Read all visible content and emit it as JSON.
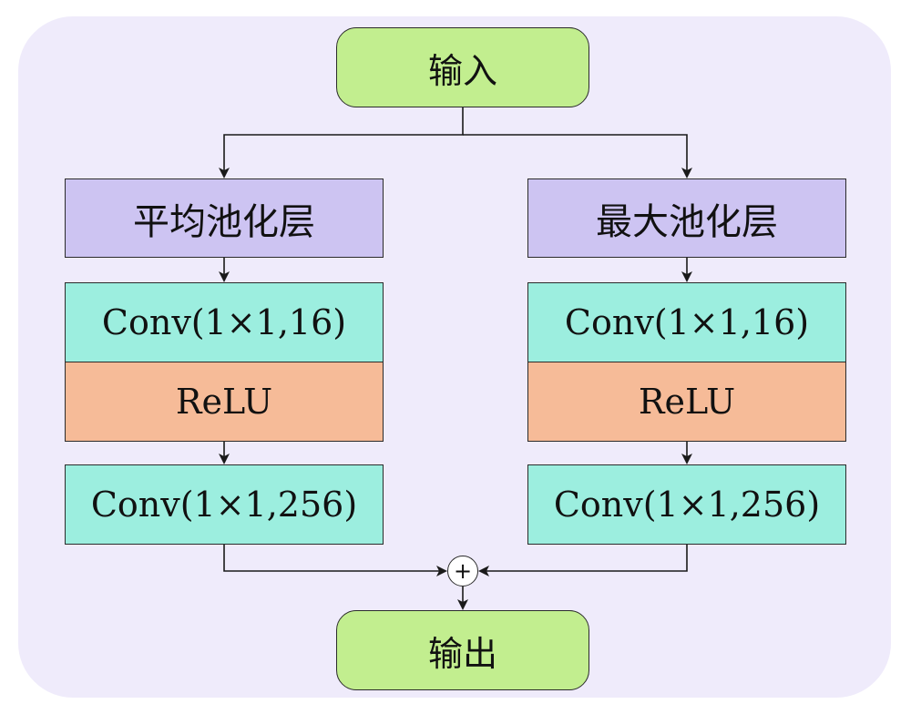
{
  "diagram": {
    "input_label": "输入",
    "output_label": "输出",
    "sum_symbol": "+",
    "left_branch": {
      "pool_label": "平均池化层",
      "conv1_label": "Conv(1×1,16)",
      "relu_label": "ReLU",
      "conv2_label": "Conv(1×1,256)"
    },
    "right_branch": {
      "pool_label": "最大池化层",
      "conv1_label": "Conv(1×1,16)",
      "relu_label": "ReLU",
      "conv2_label": "Conv(1×1,256)"
    },
    "colors": {
      "panel": "#efebfb",
      "terminal": "#c2ee8f",
      "pool": "#cdc4f2",
      "conv": "#9ceedf",
      "relu": "#f6bb98"
    }
  }
}
